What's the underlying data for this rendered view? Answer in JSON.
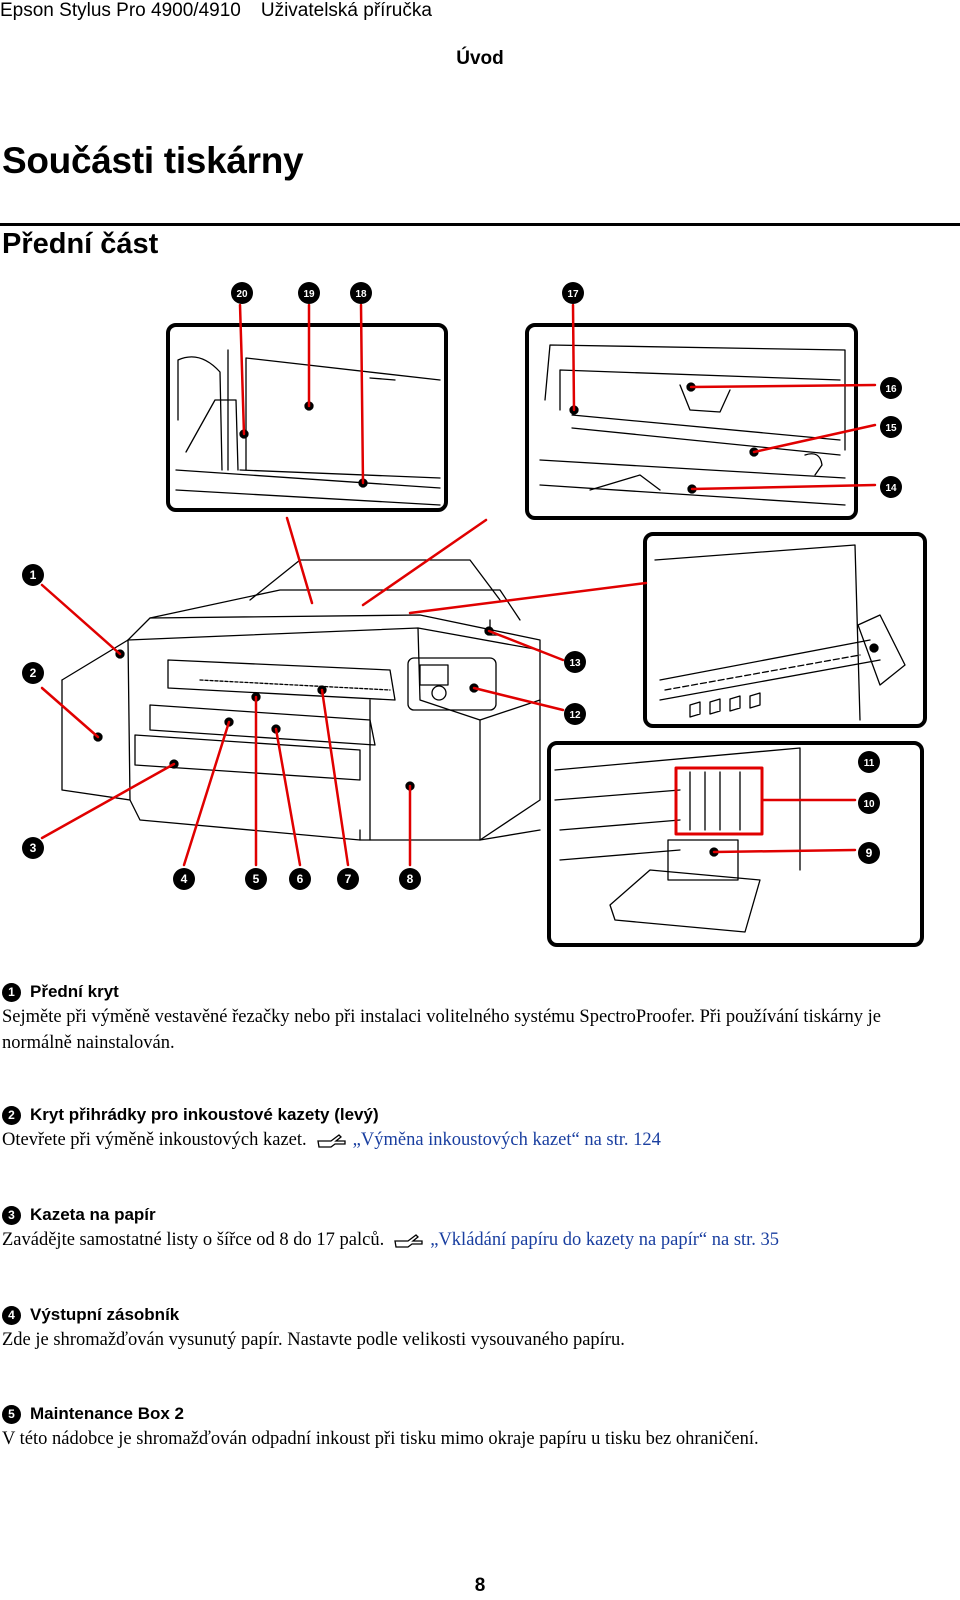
{
  "header": {
    "product": "Epson Stylus Pro 4900/4910",
    "guide": "Uživatelská příručka",
    "chapter": "Úvod"
  },
  "title": "Součásti tiskárny",
  "subtitle": "Přední část",
  "figure": {
    "callouts": [
      "1",
      "2",
      "3",
      "4",
      "5",
      "6",
      "7",
      "8",
      "9",
      "10",
      "11",
      "12",
      "13",
      "14",
      "15",
      "16",
      "17",
      "18",
      "19",
      "20"
    ]
  },
  "items": [
    {
      "num": "1",
      "title": "Přední kryt",
      "body": "Sejměte při výměně vestavěné řezačky nebo při instalaci volitelného systému SpectroProofer. Při používání tiskárny je normálně nainstalován."
    },
    {
      "num": "2",
      "title": "Kryt přihrádky pro inkoustové kazety (levý)",
      "body": "Otevřete při výměně inkoustových kazet.",
      "link": "„Výměna inkoustových kazet“ na str. 124"
    },
    {
      "num": "3",
      "title": "Kazeta na papír",
      "body": "Zavádějte samostatné listy o šířce od 8 do 17 palců.",
      "link": "„Vkládání papíru do kazety na papír“ na str. 35"
    },
    {
      "num": "4",
      "title": "Výstupní zásobník",
      "body": "Zde je shromažďován vysunutý papír. Nastavte podle velikosti vysouvaného papíru."
    },
    {
      "num": "5",
      "title": "Maintenance Box 2",
      "body": "V této nádobce je shromažďován odpadní inkoust při tisku mimo okraje papíru u tisku bez ohraničení."
    }
  ],
  "page_number": "8"
}
